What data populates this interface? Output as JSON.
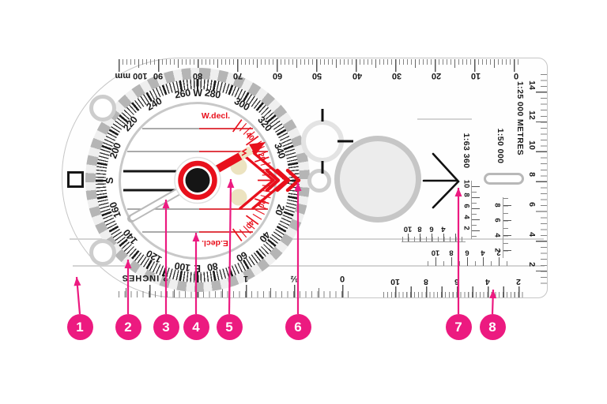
{
  "colors": {
    "pink": "#ec1a80",
    "red": "#e8101c",
    "plate_edge": "#c6c6c6"
  },
  "top_ruler": {
    "end_label": "100 mm",
    "numbers": [
      "90",
      "80",
      "70",
      "60",
      "50",
      "40",
      "30",
      "20",
      "10",
      "0"
    ]
  },
  "inch_ruler": {
    "end_label": "2 INCHES",
    "numbers": [
      "1",
      "½",
      "0"
    ]
  },
  "dial": {
    "labels": [
      {
        "text": "N",
        "deg": 0
      },
      {
        "text": "20",
        "deg": 20
      },
      {
        "text": "40",
        "deg": 40
      },
      {
        "text": "60",
        "deg": 60
      },
      {
        "text": "80",
        "deg": 80
      },
      {
        "text": "E",
        "deg": 90
      },
      {
        "text": "100",
        "deg": 100
      },
      {
        "text": "120",
        "deg": 120
      },
      {
        "text": "140",
        "deg": 140
      },
      {
        "text": "160",
        "deg": 160
      },
      {
        "text": "S",
        "deg": 180
      },
      {
        "text": "200",
        "deg": 200
      },
      {
        "text": "220",
        "deg": 220
      },
      {
        "text": "240",
        "deg": 240
      },
      {
        "text": "260",
        "deg": 260
      },
      {
        "text": "W",
        "deg": 270
      },
      {
        "text": "280",
        "deg": 280
      },
      {
        "text": "300",
        "deg": 300
      },
      {
        "text": "320",
        "deg": 320
      },
      {
        "text": "340",
        "deg": 340
      }
    ],
    "west_declination_label": "W.decl.",
    "east_declination_label": "E.decl.",
    "declination_numbers": [
      {
        "text": "40",
        "deg": -40
      },
      {
        "text": "20",
        "deg": -20
      },
      {
        "text": "20",
        "deg": 20
      },
      {
        "text": "40",
        "deg": 40
      }
    ]
  },
  "romer_scales": {
    "metres": {
      "label": "1:25 000 METRES",
      "numbers": [
        "14",
        "12",
        "10",
        "8",
        "6",
        "4",
        "2"
      ]
    },
    "fifty": {
      "label": "1:50 000",
      "v_numbers": [
        "8",
        "6",
        "4",
        "2"
      ],
      "h_numbers": [
        "10",
        "8",
        "6",
        "4",
        "2"
      ]
    },
    "sixtythree": {
      "label": "1:63 360",
      "v_numbers": [
        "10",
        "8",
        "6",
        "4",
        "2"
      ],
      "h_numbers": [
        "10",
        "8",
        "6",
        "4"
      ]
    },
    "bottom_numbers": [
      "10",
      "8",
      "6",
      "4",
      "2"
    ]
  },
  "callouts": [
    "1",
    "2",
    "3",
    "4",
    "5",
    "6",
    "7",
    "8"
  ]
}
